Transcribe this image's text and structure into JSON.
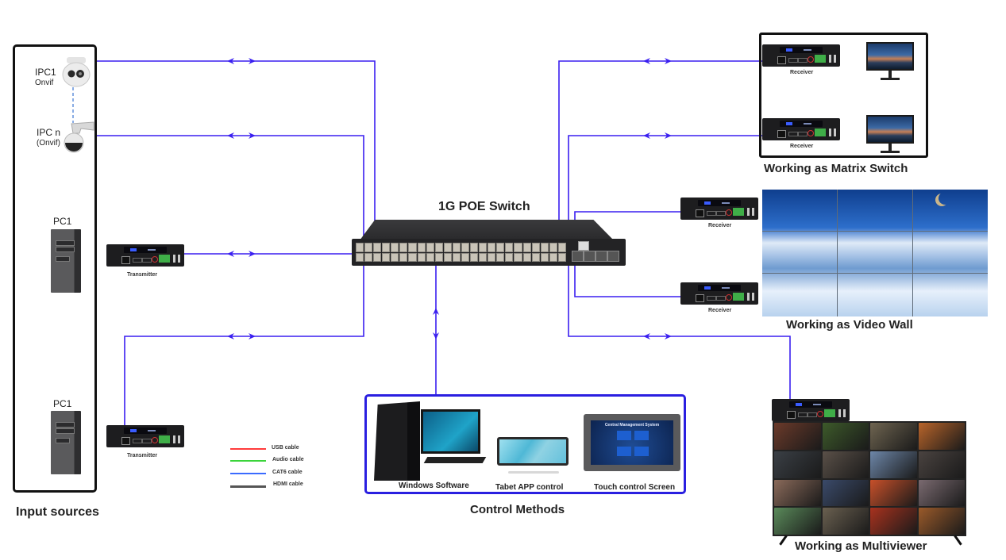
{
  "diagram": {
    "type": "network-topology",
    "center": {
      "label": "1G POE Switch"
    },
    "groups": {
      "input_sources": {
        "title": "Input sources",
        "devices": [
          {
            "label": "IPC1",
            "sublabel": "Onvif",
            "kind": "dome-camera"
          },
          {
            "label": "IPC n",
            "sublabel": "(Onvif)",
            "kind": "ptz-camera"
          },
          {
            "label": "PC1",
            "kind": "pc-tower",
            "connected_via": "Transmitter"
          },
          {
            "label": "PC1",
            "kind": "pc-tower",
            "connected_via": "Transmitter"
          }
        ],
        "transmitters": [
          "Transmitter",
          "Transmitter"
        ]
      },
      "matrix_switch": {
        "title": "Working as Matrix Switch",
        "receivers": [
          "Receiver",
          "Receiver"
        ],
        "displays": 2
      },
      "video_wall": {
        "title": "Working as Video Wall",
        "receivers": [
          "Receiver",
          "Receiver"
        ],
        "grid": {
          "rows": 3,
          "cols": 3
        }
      },
      "multiviewer": {
        "title": "Working as Multiviewer",
        "grid": {
          "rows": 4,
          "cols": 4
        }
      },
      "control_methods": {
        "title": "Control Methods",
        "items": [
          "Windows Software",
          "Tabet APP control",
          "Touch control Screen"
        ],
        "touch_screen_title": "Central Management System"
      }
    },
    "legend": [
      {
        "label": "USB cable",
        "color": "#ff3b3b"
      },
      {
        "label": "Audio cable",
        "color": "#3bd43b"
      },
      {
        "label": "CAT6 cable",
        "color": "#3b6bff"
      },
      {
        "label": "HDMI cable",
        "color": "#555555"
      }
    ],
    "colors": {
      "link": "#3a1ff0",
      "control_border": "#2a1fe0",
      "group_border": "#111111"
    }
  }
}
